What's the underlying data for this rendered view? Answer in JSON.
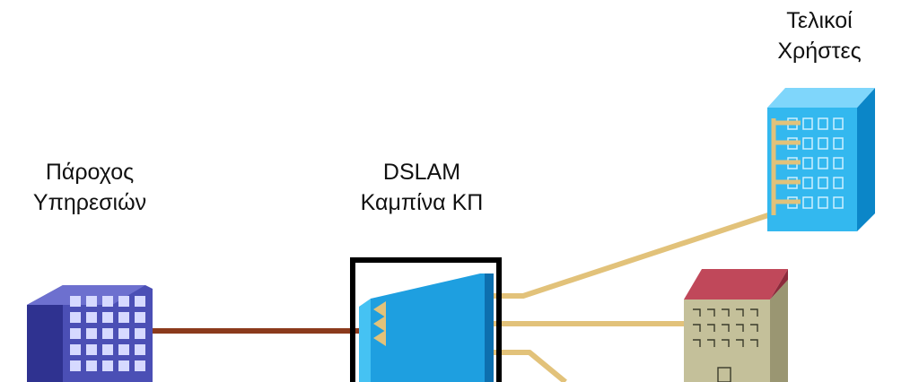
{
  "labels": {
    "end_users": [
      "Τελικοί",
      "Χρήστες"
    ],
    "provider": [
      "Πάροχος",
      "Υπηρεσιών"
    ],
    "dslam": [
      "DSLAM",
      "Καμπίνα ΚΠ"
    ]
  },
  "icons": {
    "provider_building": "office-building-icon",
    "end_user_building": "apartment-building-icon",
    "end_user_house": "house-icon",
    "dslam_cabinet": "dslam-cabinet-icon"
  },
  "colors": {
    "provider_link": "#8b3a1c",
    "subscriber_lines": "#e2c27a",
    "dslam_blue": "#1e9fe0",
    "provider_building": "#4b4fb5",
    "apartment_building": "#33b8ef",
    "house_roof": "#c0485a",
    "house_wall": "#c4c09a",
    "cabinet_frame": "#000000"
  }
}
